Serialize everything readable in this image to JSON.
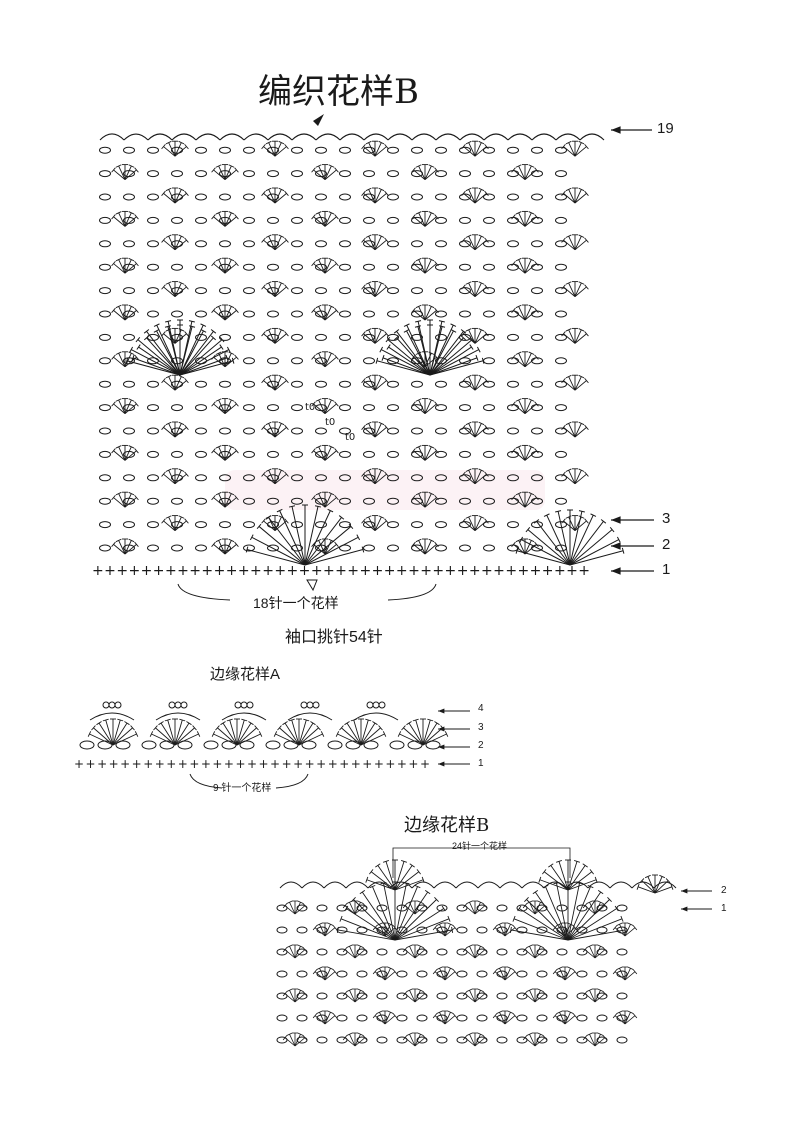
{
  "colors": {
    "ink": "#1a1a1a",
    "watermark": "#f0b8c8"
  },
  "patternB": {
    "title": "编织花样B",
    "row_labels": [
      "19",
      "3",
      "2",
      "1"
    ],
    "repeat_note": "18针一个花样",
    "cuff_note": "袖口挑针54针"
  },
  "edgeA": {
    "title": "边缘花样A",
    "row_labels": [
      "4",
      "3",
      "2",
      "1"
    ],
    "repeat_note": "9 针一个花样"
  },
  "edgeB": {
    "title": "边缘花样B",
    "repeat_note": "24针一个花样",
    "row_labels": [
      "2",
      "1"
    ]
  },
  "symbols": {
    "single_crochet": "+",
    "treble_mark": "t0"
  }
}
